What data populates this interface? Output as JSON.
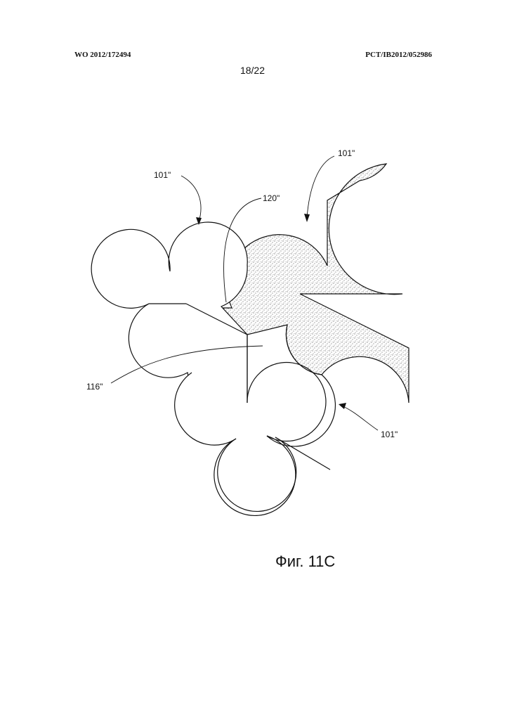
{
  "header": {
    "publication_number": "WO 2012/172494",
    "application_number": "PCT/IB2012/052986",
    "sheet": "18/22"
  },
  "figure": {
    "reference_labels": {
      "left_element": "101\"",
      "top_element": "101\"",
      "bottom_right_element": "101\"",
      "filled_region": "120\"",
      "seam": "116\""
    },
    "caption": "Фиг. 11C"
  }
}
